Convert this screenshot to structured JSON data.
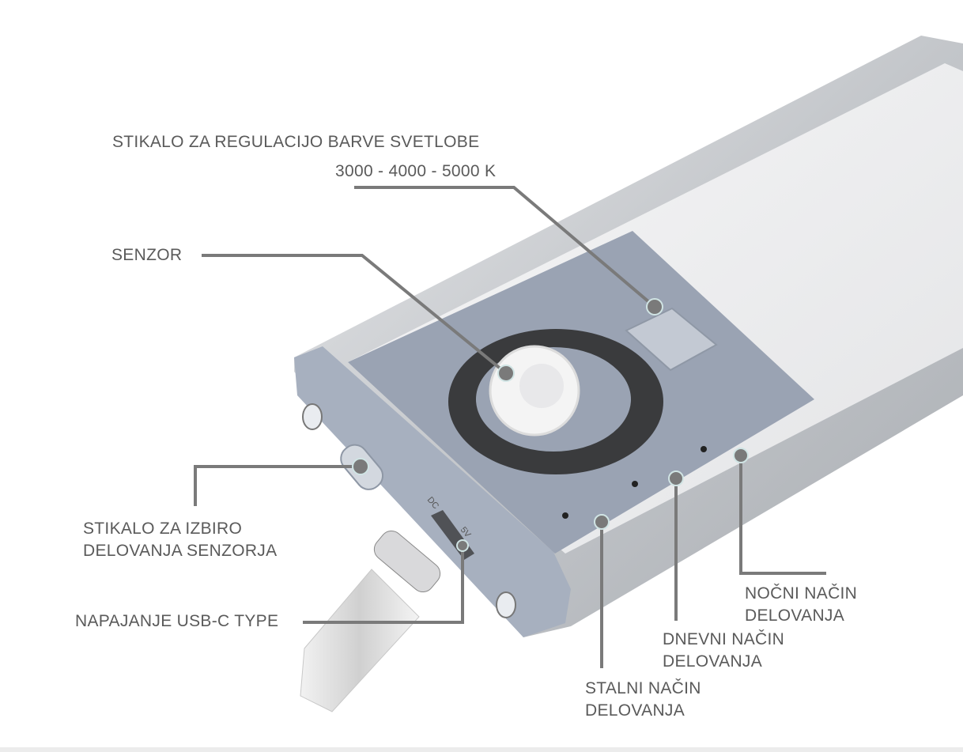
{
  "labels": {
    "color_switch_title": "STIKALO ZA REGULACIJO BARVE SVETLOBE",
    "color_switch_values": "3000 - 4000 - 5000 K",
    "sensor": "SENZOR",
    "mode_switch_line1": "STIKALO ZA IZBIRO",
    "mode_switch_line2": "DELOVANJA SENZORJA",
    "power": "NAPAJANJE USB-C TYPE",
    "night_line1": "NOČNI NAČIN",
    "night_line2": "DELOVANJA",
    "day_line1": "DNEVNI NAČIN",
    "day_line2": "DELOVANJA",
    "constant_line1": "STALNI NAČIN",
    "constant_line2": "DELOVANJA"
  },
  "port_labels": {
    "dc": "DC",
    "v": "5V"
  },
  "colors": {
    "text": "#5a5a5a",
    "leader": "#7a7a7a",
    "panel": "#9aa3b3",
    "housing": "#c9ccd0"
  }
}
